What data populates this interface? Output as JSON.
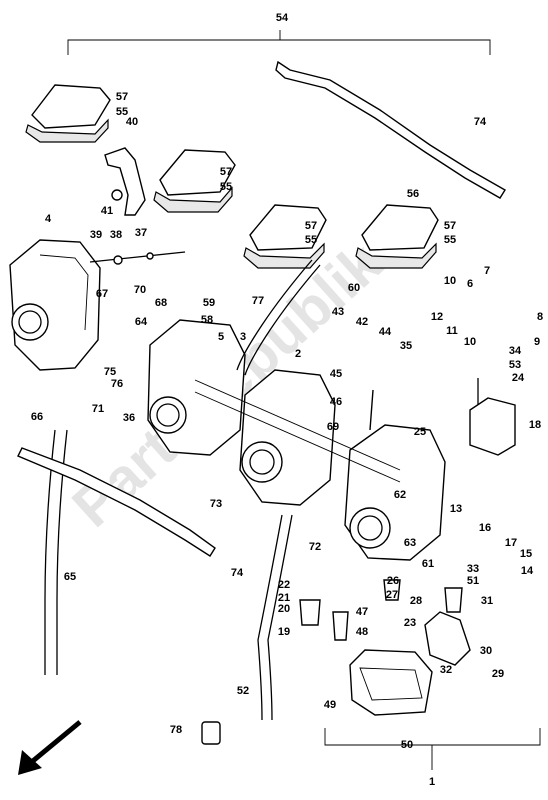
{
  "diagram": {
    "watermark": "PartsRepublik",
    "callouts": [
      "54",
      "57",
      "55",
      "40",
      "74",
      "57",
      "55",
      "56",
      "41",
      "4",
      "39",
      "38",
      "37",
      "57",
      "55",
      "57",
      "55",
      "70",
      "60",
      "67",
      "64",
      "68",
      "59",
      "58",
      "5",
      "3",
      "77",
      "10",
      "6",
      "7",
      "8",
      "43",
      "12",
      "11",
      "9",
      "42",
      "44",
      "34",
      "53",
      "75",
      "76",
      "35",
      "10",
      "71",
      "2",
      "45",
      "24",
      "66",
      "36",
      "46",
      "18",
      "69",
      "25",
      "62",
      "73",
      "72",
      "61",
      "13",
      "16",
      "63",
      "17",
      "15",
      "14",
      "33",
      "51",
      "74",
      "26",
      "22",
      "27",
      "28",
      "31",
      "21",
      "20",
      "47",
      "65",
      "23",
      "30",
      "19",
      "48",
      "32",
      "29",
      "52",
      "49",
      "78",
      "50",
      "1"
    ]
  }
}
